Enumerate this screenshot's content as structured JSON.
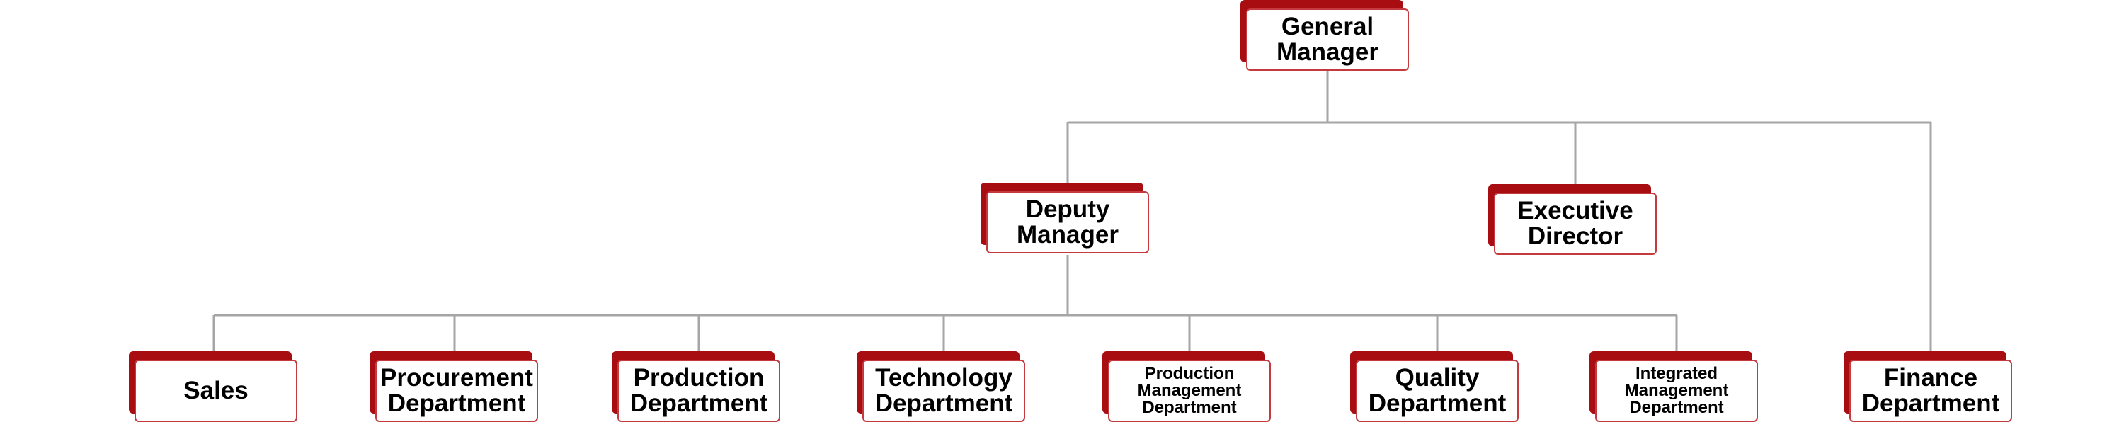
{
  "chart": {
    "nodes": {
      "gm": "General\nManager",
      "dm": "Deputy\nManager",
      "ed": "Executive\nDirector",
      "sales": "Sales",
      "procurement": "Procurement\nDepartment",
      "production": "Production\nDepartment",
      "technology": "Technology\nDepartment",
      "prod_mgmt": "Production\nManagement\nDepartment",
      "quality": "Quality\nDepartment",
      "integrated": "Integrated\nManagement\nDepartment",
      "finance": "Finance\nDepartment"
    },
    "colors": {
      "card_shadow": "#a80d12",
      "card_border": "#c43a3f",
      "connector": "#a6a6a6"
    }
  }
}
